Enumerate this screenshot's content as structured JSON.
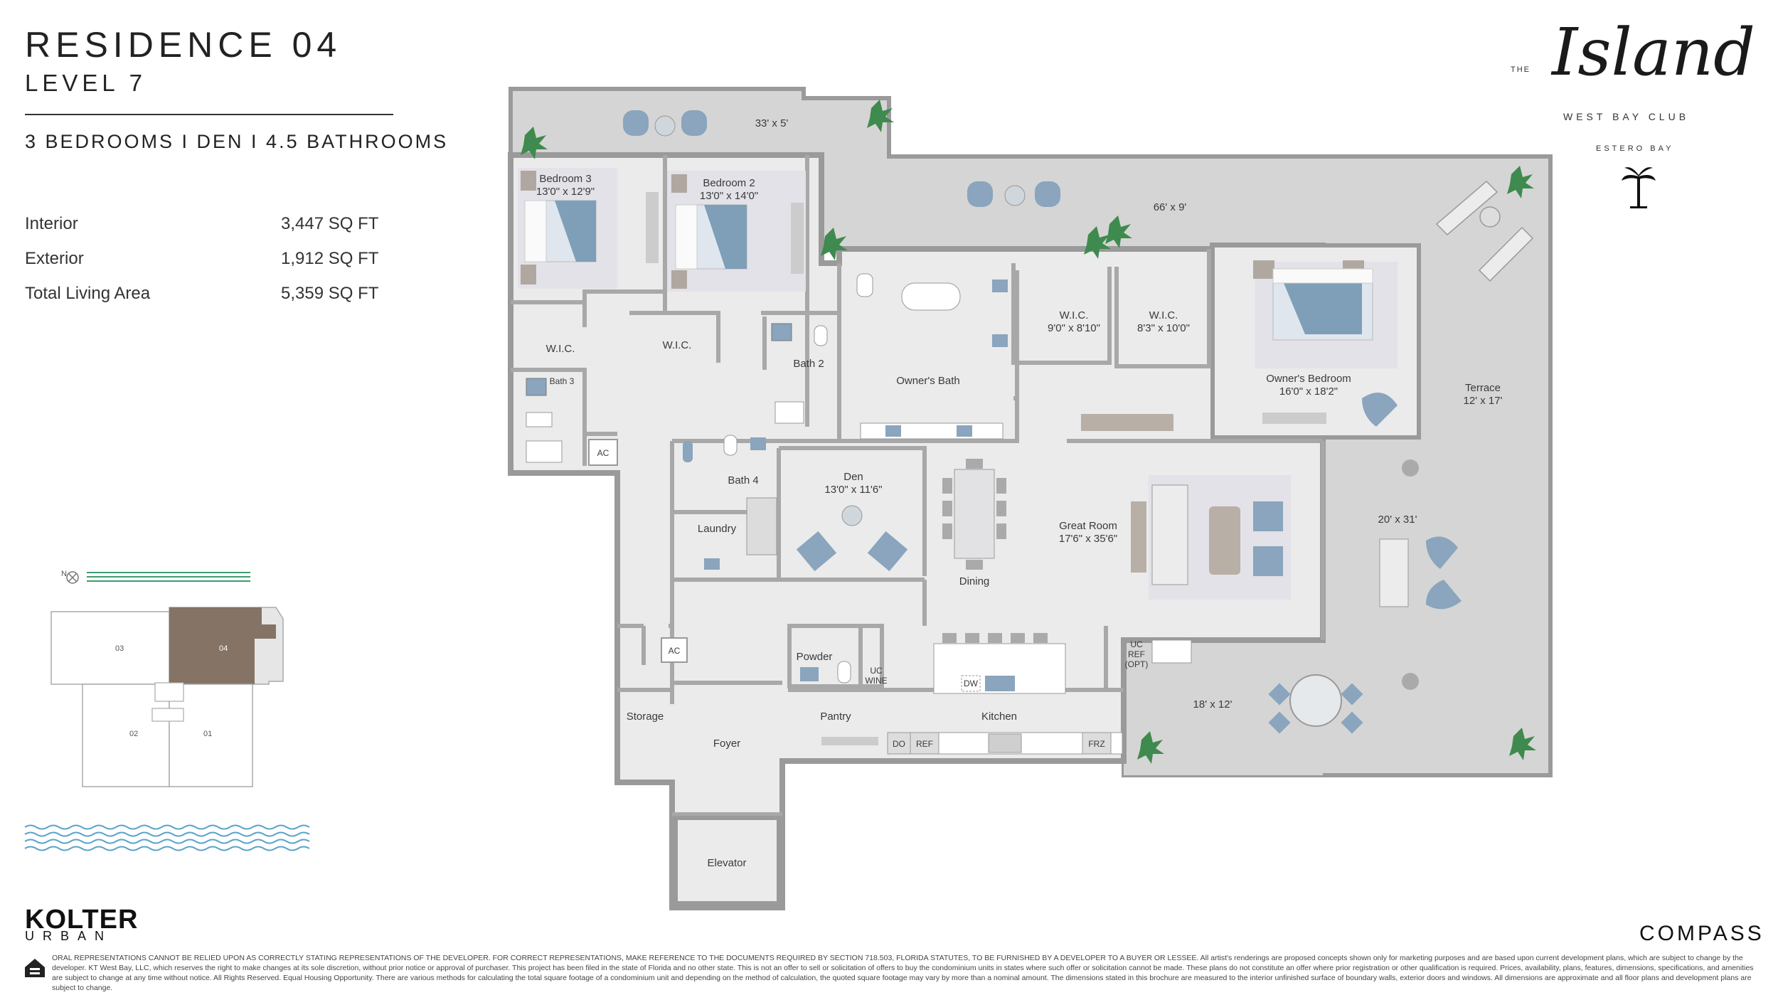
{
  "header": {
    "title": "RESIDENCE 04",
    "level": "LEVEL 7",
    "configuration": "3 BEDROOMS  I  DEN  I  4.5 BATHROOMS"
  },
  "areas": [
    {
      "label": "Interior",
      "value": "3,447 SQ FT"
    },
    {
      "label": "Exterior",
      "value": "1,912 SQ FT"
    },
    {
      "label": "Total Living Area",
      "value": "5,359 SQ FT"
    }
  ],
  "brand": {
    "the": "THE",
    "script": "Island",
    "subtitle": "WEST BAY CLUB",
    "estero": "ESTERO BAY",
    "developer_top": "KOLTER",
    "developer_bottom": "URBAN",
    "broker": "COMPASS"
  },
  "keyplan": {
    "units": [
      "03",
      "04",
      "02",
      "01"
    ],
    "north": "N",
    "highlight": "04"
  },
  "rooms": {
    "balcony_top": "33' x 5'",
    "bedroom3": "Bedroom 3",
    "bedroom3_dim": "13'0\" x 12'9\"",
    "bedroom2": "Bedroom 2",
    "bedroom2_dim": "13'0\" x 14'0\"",
    "balcony_mid": "66' x 9'",
    "wic_a": "W.I.C.",
    "wic_b": "W.I.C.",
    "wic_c": "W.I.C.",
    "wic_c_dim": "9'0\" x 8'10\"",
    "wic_d": "W.I.C.",
    "wic_d_dim": "8'3\" x 10'0\"",
    "bath3": "Bath 3",
    "bath2": "Bath 2",
    "owners_bath": "Owner's Bath",
    "owners_bedroom": "Owner's Bedroom",
    "owners_bedroom_dim": "16'0\" x 18'2\"",
    "terrace": "Terrace",
    "terrace_dim": "12' x 17'",
    "ac1": "AC",
    "bath4": "Bath 4",
    "den": "Den",
    "den_dim": "13'0\" x 11'6\"",
    "laundry": "Laundry",
    "great_room": "Great Room",
    "great_room_dim": "17'6\" x 35'6\"",
    "dining": "Dining",
    "terrace_big": "20' x 31'",
    "ac2": "AC",
    "powder": "Powder",
    "uc_wine_1": "UC",
    "uc_wine_2": "WINE",
    "uc_ref_1": "UC",
    "uc_ref_2": "REF",
    "uc_ref_3": "(OPT)",
    "dw": "DW",
    "storage": "Storage",
    "pantry": "Pantry",
    "kitchen": "Kitchen",
    "foyer": "Foyer",
    "do": "DO",
    "ref": "REF",
    "frz": "FRZ",
    "terrace_small": "18' x 12'",
    "elevator": "Elevator"
  },
  "colors": {
    "balcony": "#d5d5d5",
    "interior": "#ebebeb",
    "wall": "#9a9a9a",
    "accent_blue": "#7f9fb8",
    "keyplan_highlight": "#857366",
    "water": "#5aa3c9",
    "green": "#3f9a6e"
  },
  "disclaimer": "ORAL REPRESENTATIONS CANNOT BE RELIED UPON AS CORRECTLY STATING REPRESENTATIONS OF THE DEVELOPER. FOR CORRECT REPRESENTATIONS, MAKE REFERENCE TO THE DOCUMENTS REQUIRED BY SECTION 718.503, FLORIDA STATUTES, TO BE FURNISHED BY A DEVELOPER TO A BUYER OR LESSEE. All artist's renderings are proposed concepts shown only for marketing purposes and are based upon current development plans, which are subject to change by the developer. KT West Bay, LLC, which reserves the right to make changes at its sole discretion, without prior notice or approval of purchaser. This project has been filed in the state of Florida and no other state. This is not an offer to sell or solicitation of offers to buy the condominium units in states where such offer or solicitation cannot be made. These plans do not constitute an offer where prior registration or other qualification is required. Prices, availability, plans, features, dimensions, specifications, and amenities are subject to change at any time without notice. All Rights Reserved. Equal Housing Opportunity. There are various methods for calculating the total square footage of a condominium unit and depending on the method of calculation, the quoted square footage may vary by more than a nominal amount. The dimensions stated in this brochure are measured to the interior unfinished surface of boundary walls, exterior doors and windows. All dimensions are approximate and all floor plans and development plans are subject to change."
}
